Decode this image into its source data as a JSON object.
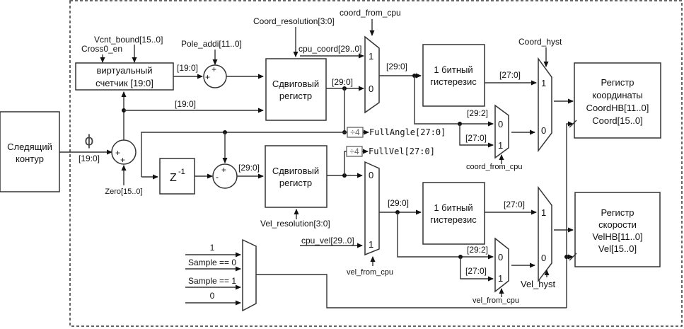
{
  "diagram": {
    "tracking_loop": {
      "line1": "Следящий",
      "line2": "контур"
    },
    "phi": {
      "symbol": "ϕ",
      "bus": "[19:0]"
    },
    "zero": "Zero[15..0]",
    "virtual_counter": {
      "line1": "виртуальный",
      "line2": "счетчик [19:0]",
      "in_cross": "Cross0_en",
      "in_vcnt": "Vcnt_bound[15..0]"
    },
    "pole_addi": "Pole_addi[11..0]",
    "bus_19_a": "[19:0]",
    "bus_19_b": "[19:0]",
    "coord_resolution": "Coord_resolution[3:0]",
    "coord_from_cpu_top": "coord_from_cpu",
    "cpu_coord": "cpu_coord[29..0]",
    "shift_reg_coord": {
      "line1": "Сдвиговый",
      "line2": "регистр",
      "out_bus": "[29:0]"
    },
    "mux_coord": {
      "in1": "1",
      "in0": "0",
      "out_bus": "[29:0]"
    },
    "hyst_coord": {
      "line1": "1 битный",
      "line2": "гистерезис",
      "out_bus": "[27:0]"
    },
    "mux_coord_small": {
      "in0": "0",
      "in1": "1",
      "bus0": "[29:2]",
      "bus1": "[27:0]",
      "sel": "coord_from_cpu"
    },
    "coord_hyst": "Coord_hyst",
    "mux_coord_hyst": {
      "in1": "1",
      "in0": "0"
    },
    "coord_register": {
      "line1": "Регистр",
      "line2": "координаты",
      "line3": "CoordHB[11..0]",
      "line4": "Coord[15..0]"
    },
    "div_angle": "÷4",
    "full_angle": "FullAngle[27:0]",
    "div_vel": "÷4",
    "full_vel": "FullVel[27:0]",
    "z_inv": {
      "base": "Z",
      "exp": "-1"
    },
    "sub": {
      "plus": "+",
      "minus": "-"
    },
    "bus_29_sub": "[29:0]",
    "shift_reg_vel": {
      "line1": "Сдвиговый",
      "line2": "регистр"
    },
    "vel_resolution": "Vel_resolution[3:0]",
    "cpu_vel": "cpu_vel[29..0]",
    "mux_vel": {
      "in0": "0",
      "in1": "1",
      "sel": "vel_from_cpu",
      "out_bus": "[29:0]"
    },
    "hyst_vel": {
      "line1": "1 битный",
      "line2": "гистерезис",
      "out_bus": "[27:0]"
    },
    "mux_vel_small": {
      "in0": "0",
      "in1": "1",
      "bus0": "[29:2]",
      "bus1": "[27:0]",
      "sel": "vel_from_cpu"
    },
    "vel_hyst": "Vel_hyst",
    "mux_vel_hyst": {
      "in1": "1",
      "in0": "0"
    },
    "vel_register": {
      "line1": "Регистр",
      "line2": "скорости",
      "line3": "VelHB[11..0]",
      "line4": "Vel[15..0]"
    },
    "sample_mux": {
      "in_a": "1",
      "in_b": "Sample == 0",
      "in_c": "Sample == 1",
      "in_d": "0"
    },
    "adder_signs": {
      "plus": "+"
    }
  }
}
